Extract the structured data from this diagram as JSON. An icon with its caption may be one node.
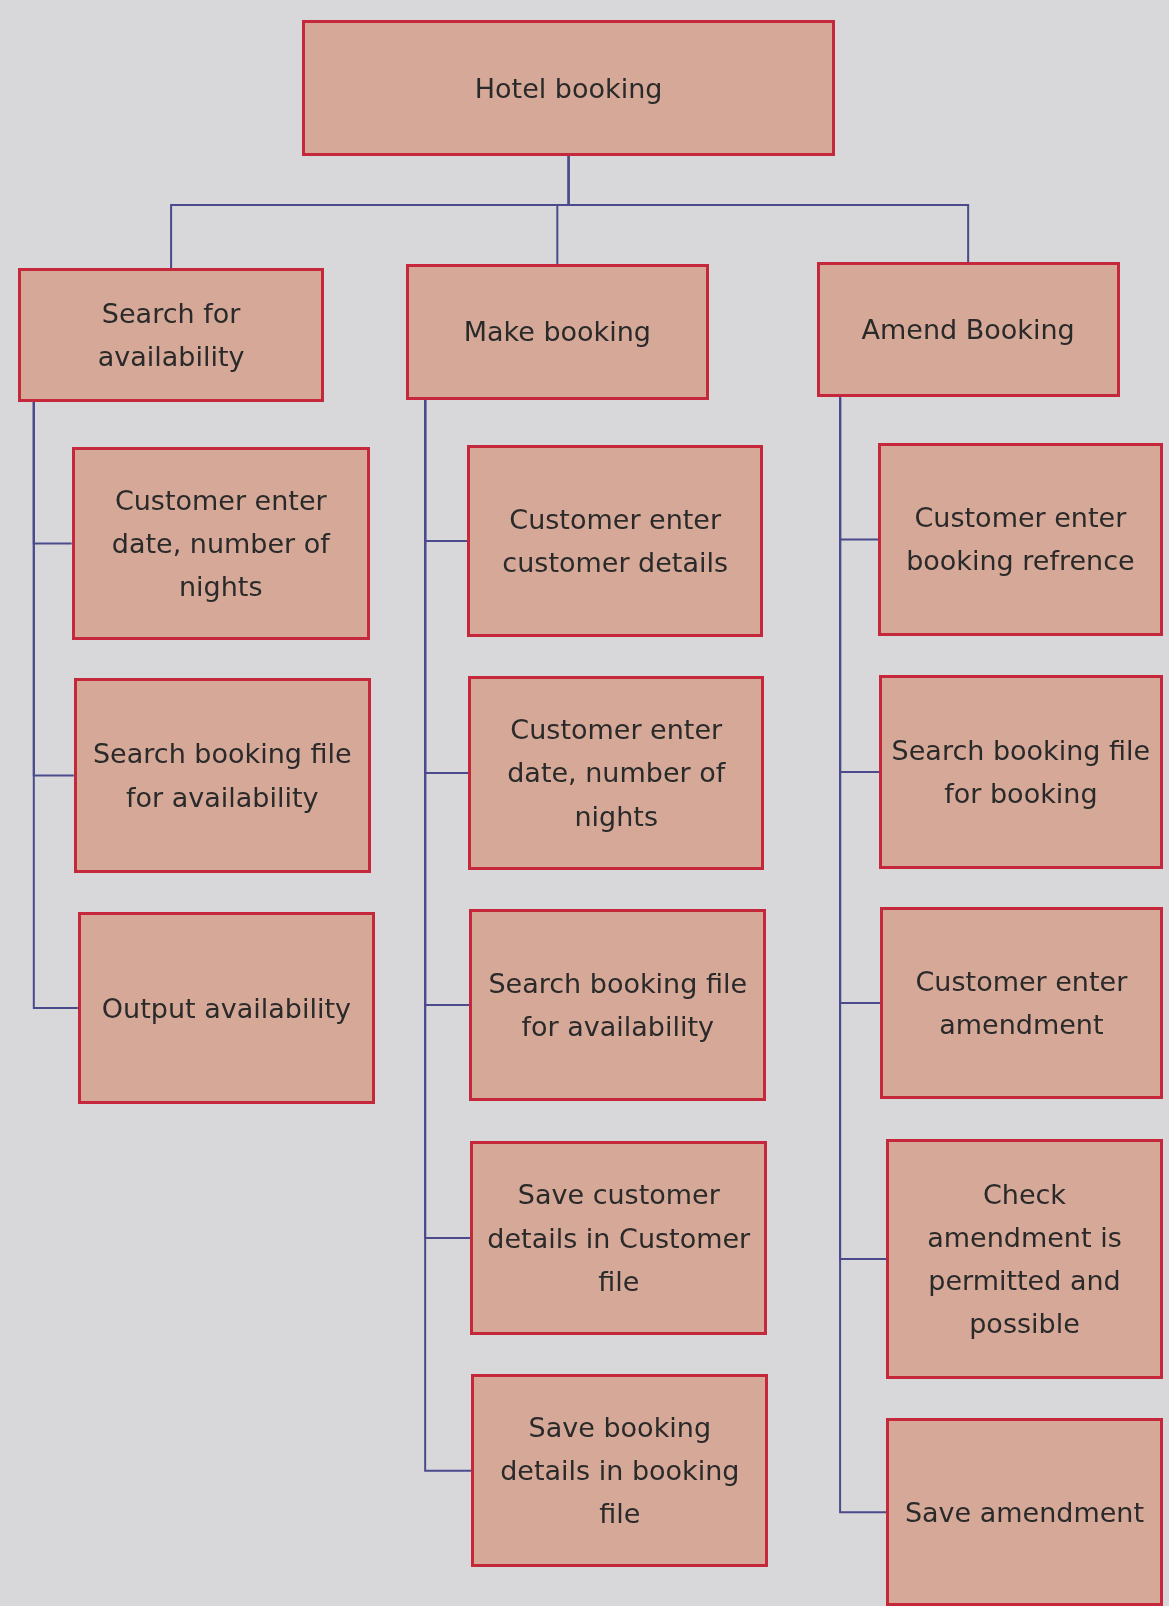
{
  "diagram": {
    "nodes": [
      {
        "text": [
          "Hotel booking"
        ]
      },
      {
        "text": [
          "Search for availability"
        ]
      },
      {
        "text": [
          "Make booking"
        ]
      },
      {
        "text": [
          "Amend Booking"
        ]
      },
      {
        "text": [
          "Customer enter date, number of nights"
        ]
      },
      {
        "text": [
          "Search booking file for availability"
        ]
      },
      {
        "text": [
          "Output availability"
        ]
      },
      {
        "text": [
          "Customer enter customer details"
        ]
      },
      {
        "text": [
          "Customer enter date, number of nights"
        ]
      },
      {
        "text": [
          "Search booking file for availability"
        ]
      },
      {
        "text": [
          "Save customer details in Customer file"
        ]
      },
      {
        "text": [
          "Save booking details in booking file"
        ]
      },
      {
        "text": [
          "Customer enter booking refrence"
        ]
      },
      {
        "text": [
          "Search booking file for booking"
        ]
      },
      {
        "text": [
          "Customer enter amendment"
        ]
      },
      {
        "text": [
          "Check amendment is permitted and possible"
        ]
      },
      {
        "text": [
          "Save amendment"
        ]
      }
    ],
    "edges": [
      {
        "from": 0,
        "to": 1,
        "arrow": "none"
      },
      {
        "from": 0,
        "to": 2,
        "arrow": "none"
      },
      {
        "from": 0,
        "to": 3,
        "arrow": "none"
      },
      {
        "from": 1,
        "to": 4,
        "arrow": "none"
      },
      {
        "from": 1,
        "to": 5,
        "arrow": "none"
      },
      {
        "from": 1,
        "to": 6,
        "arrow": "none"
      },
      {
        "from": 2,
        "to": 7,
        "arrow": "none"
      },
      {
        "from": 2,
        "to": 8,
        "arrow": "none"
      },
      {
        "from": 2,
        "to": 9,
        "arrow": "none"
      },
      {
        "from": 2,
        "to": 10,
        "arrow": "none"
      },
      {
        "from": 2,
        "to": 11,
        "arrow": "none"
      },
      {
        "from": 3,
        "to": 12,
        "arrow": "none"
      },
      {
        "from": 3,
        "to": 13,
        "arrow": "none"
      },
      {
        "from": 3,
        "to": 14,
        "arrow": "none"
      },
      {
        "from": 3,
        "to": 15,
        "arrow": "none"
      },
      {
        "from": 3,
        "to": 16,
        "arrow": "none"
      }
    ]
  }
}
